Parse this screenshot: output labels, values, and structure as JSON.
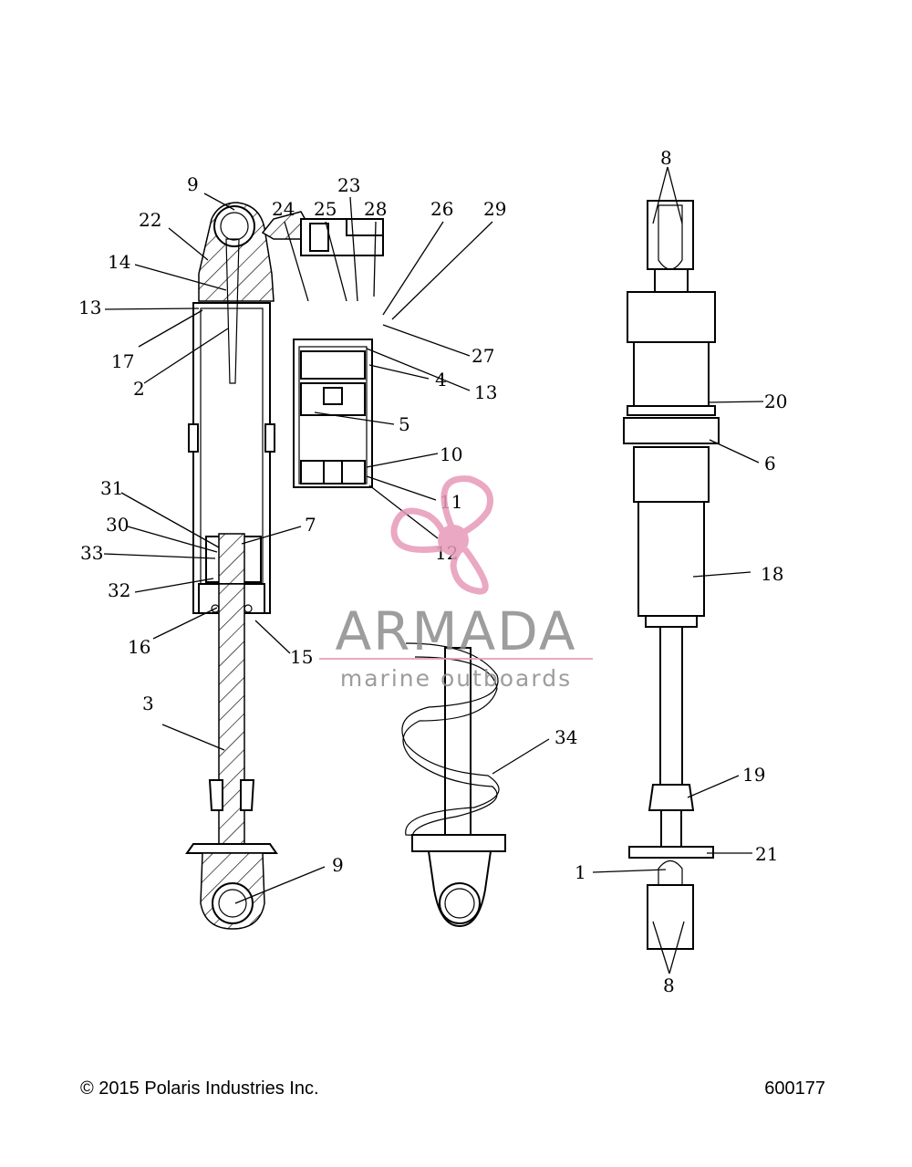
{
  "footer": {
    "copyright": "© 2015 Polaris Industries Inc.",
    "part_number": "600177"
  },
  "watermark": {
    "brand": "ARMADA",
    "tagline": "marine outboards",
    "color": "#e79ab8"
  },
  "callouts": [
    "1",
    "2",
    "3",
    "4",
    "5",
    "6",
    "7",
    "8",
    "9",
    "10",
    "11",
    "12",
    "13",
    "14",
    "15",
    "16",
    "17",
    "18",
    "19",
    "20",
    "21",
    "22",
    "23",
    "24",
    "25",
    "26",
    "27",
    "28",
    "29",
    "30",
    "31",
    "32",
    "33",
    "34"
  ]
}
